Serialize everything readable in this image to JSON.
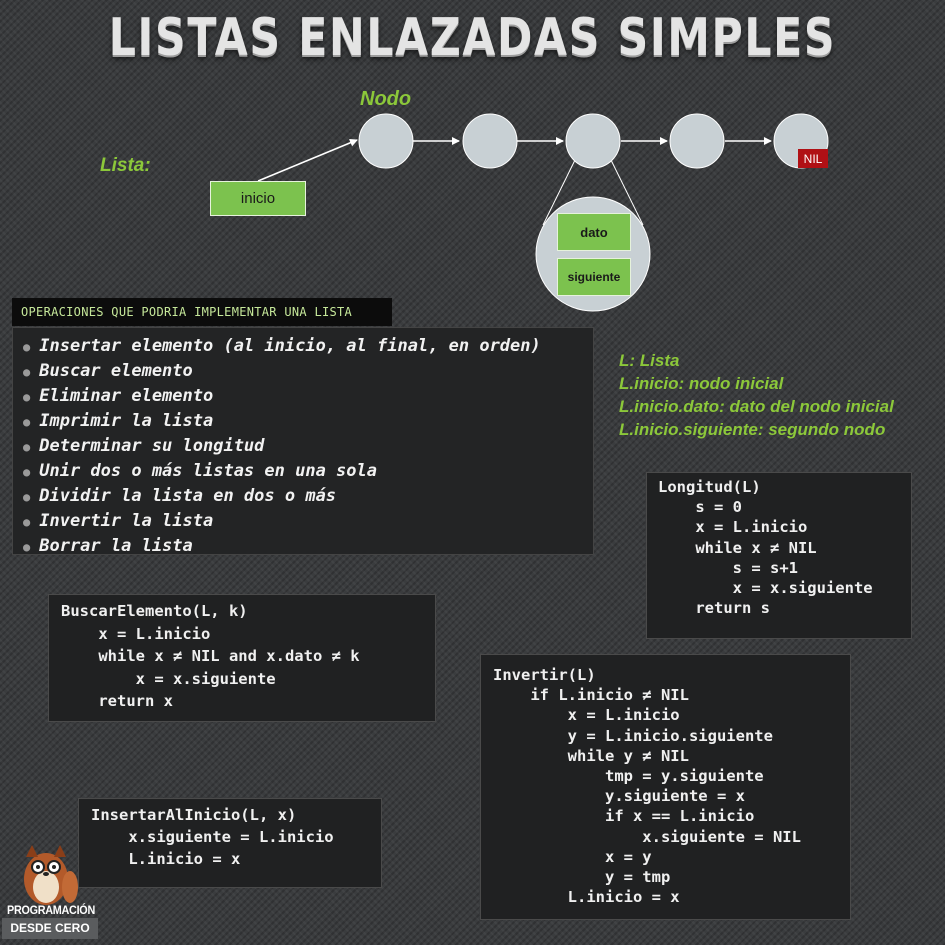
{
  "title": "LISTAS ENLAZADAS SIMPLES",
  "diagram": {
    "nodo_label": "Nodo",
    "lista_label": "Lista:",
    "inicio_label": "inicio",
    "nil_label": "NIL",
    "dato_label": "dato",
    "siguiente_label": "siguiente",
    "node_count": 5
  },
  "operations": {
    "header": "OPERACIONES QUE PODRIA IMPLEMENTAR UNA LISTA",
    "items": [
      "Insertar elemento (al inicio, al final, en orden)",
      "Buscar elemento",
      "Eliminar elemento",
      "Imprimir la lista",
      "Determinar su longitud",
      "Unir dos o más listas en una sola",
      "Dividir la lista en dos o más",
      "Invertir la lista",
      "Borrar la lista"
    ]
  },
  "legend": [
    "L:  Lista",
    "L.inicio:  nodo inicial",
    "L.inicio.dato: dato del nodo inicial",
    "L.inicio.siguiente: segundo nodo"
  ],
  "code": {
    "longitud": "Longitud(L)\n    s = 0\n    x = L.inicio\n    while x ≠ NIL\n        s = s+1\n        x = x.siguiente\n    return s",
    "buscar": "BuscarElemento(L, k)\n    x = L.inicio\n    while x ≠ NIL and x.dato ≠ k\n        x = x.siguiente\n    return x",
    "invertir": "Invertir(L)\n    if L.inicio ≠ NIL\n        x = L.inicio\n        y = L.inicio.siguiente\n        while y ≠ NIL\n            tmp = y.siguiente\n            y.siguiente = x\n            if x == L.inicio\n                x.siguiente = NIL\n            x = y\n            y = tmp\n        L.inicio = x",
    "insertar": "InsertarAlInicio(L, x)\n    x.siguiente = L.inicio\n    L.inicio = x"
  },
  "brand": {
    "line1": "PROGRAMACIÓN",
    "line2": "DESDE CERO"
  },
  "colors": {
    "accent_green": "#8cc83a",
    "box_green": "#7cc24e",
    "node_fill": "#c8d0d4",
    "nil_red": "#b01015",
    "background": "#3a3c3e"
  }
}
